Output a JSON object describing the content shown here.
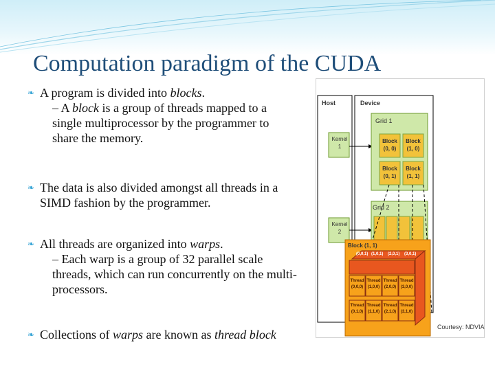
{
  "slide": {
    "title": "Computation paradigm of the CUDA",
    "bullets": [
      {
        "pre": "A program is divided into ",
        "em": "blocks",
        "post": ".",
        "sub": {
          "pre": "– A ",
          "em": "block",
          "post": " is a group of threads mapped to a single multiprocessor by the programmer to share the memory."
        }
      },
      {
        "text": "The data is also divided amongst all threads in a SIMD fashion by the programmer."
      },
      {
        "pre": "All threads are organized into ",
        "em": "warps",
        "post": ".",
        "sub": {
          "text": "– Each warp is a group of 32 parallel scale threads, which can run concurrently on the multi-processors."
        }
      },
      {
        "pre": "Collections of ",
        "em": "warps",
        "mid": " are known as ",
        "em2": "thread block"
      }
    ]
  },
  "figure": {
    "host_label": "Host",
    "device_label": "Device",
    "kernel1": [
      "Kernel",
      "1"
    ],
    "kernel2": [
      "Kernel",
      "2"
    ],
    "grid1_label": "Grid 1",
    "grid2_label": "Grid 2",
    "grid1_blocks": [
      [
        "Block",
        "(0, 0)"
      ],
      [
        "Block",
        "(1, 0)"
      ],
      [
        "Block",
        "(0, 1)"
      ],
      [
        "Block",
        "(1, 1)"
      ]
    ],
    "block_detail_label": "Block (1, 1)",
    "top_face_labels": [
      "(0,0,1)",
      "(1,0,1)",
      "(2,0,1)",
      "(3,0,1)"
    ],
    "thread_row1": [
      [
        "Thread",
        "(0,0,0)"
      ],
      [
        "Thread",
        "(1,0,0)"
      ],
      [
        "Thread",
        "(2,0,0)"
      ],
      [
        "Thread",
        "(3,0,0)"
      ]
    ],
    "thread_row2": [
      [
        "Thread",
        "(0,1,0)"
      ],
      [
        "Thread",
        "(1,1,0)"
      ],
      [
        "Thread",
        "(2,1,0)"
      ],
      [
        "Thread",
        "(3,1,0)"
      ]
    ],
    "credit": "Courtesy: NDVIA",
    "colors": {
      "host_device_box": "#000000",
      "kernel_fill": "#cfe8a9",
      "grid_fill": "#cfe8a9",
      "block_fill": "#f2c23a",
      "block_detail_fill": "#f7a21b",
      "cube_fill": "#e8571f",
      "thread_fill": "#f7a21b",
      "title": "#1f4e79",
      "bullet": "#3aa6d6"
    }
  }
}
